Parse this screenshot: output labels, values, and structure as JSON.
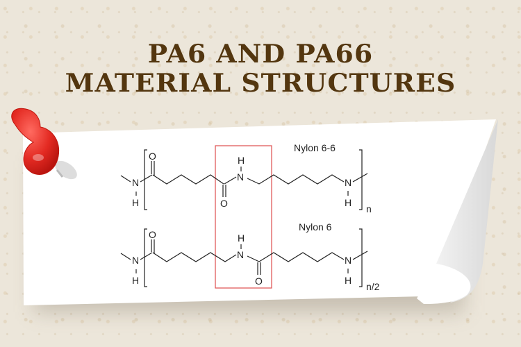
{
  "title": {
    "line1": "PA6 AND PA66",
    "line2": "MATERIAL STRUCTURES"
  },
  "colors": {
    "title": "#53360f",
    "background": "#ece6da",
    "paper": "#ffffff",
    "highlight_box": "#e05a5a",
    "pushpin": "#e0302a"
  },
  "structures": [
    {
      "name": "Nylon 6-6",
      "subscript": "n",
      "atoms": {
        "left_n": "N",
        "left_h": "H",
        "carbonyl_o": "O",
        "amide_h": "H",
        "amide_n": "N",
        "center_o": "O",
        "right_n": "N",
        "right_h": "H"
      }
    },
    {
      "name": "Nylon 6",
      "subscript": "n/2",
      "atoms": {
        "left_n": "N",
        "left_h": "H",
        "carbonyl_o": "O",
        "amide_h": "H",
        "amide_n": "N",
        "center_o": "O",
        "right_n": "N",
        "right_h": "H"
      }
    }
  ],
  "decorations": {
    "pushpin_icon": "red-pushpin",
    "curled_corner": "bottom-right-page-curl"
  }
}
